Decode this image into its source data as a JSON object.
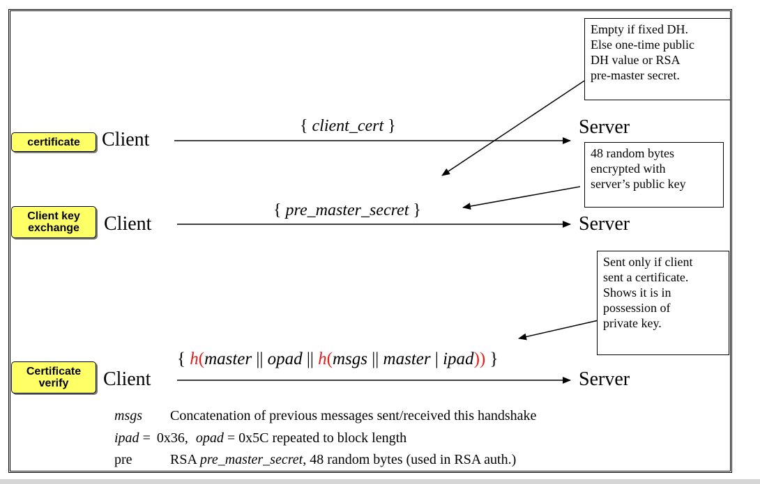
{
  "tags": {
    "certificate": "certificate",
    "client_key_exchange_1": "Client key",
    "client_key_exchange_2": "exchange",
    "certificate_verify_1": "Certificate",
    "certificate_verify_2": "verify"
  },
  "parties": {
    "client": "Client",
    "server": "Server"
  },
  "messages": {
    "m1_open": "{ ",
    "m1_body": "client_cert",
    "m1_close": " }",
    "m2_open": "{ ",
    "m2_body": "pre_master_secret",
    "m2_close": " }",
    "m3": {
      "open": "{ ",
      "h1": "h",
      "p1": "(",
      "master": "master",
      "sep1": " || ",
      "opad": "opad",
      "sep2": " || ",
      "h2": "h",
      "p2": "(",
      "msgs": "msgs",
      "sep3": " || ",
      "master2": "master",
      "sep4": " | ",
      "ipad": "ipad",
      "close_inner": ")",
      "close_outer": ")",
      "close": " }"
    }
  },
  "notes": {
    "note1": [
      "Empty if fixed DH.",
      "Else one-time public",
      "DH value or RSA",
      "pre-master secret."
    ],
    "note2": [
      "48 random bytes",
      "encrypted with",
      "server’s public key"
    ],
    "note3": [
      "Sent only if client",
      "sent a certificate.",
      "Shows it is in",
      "possession of",
      "private key."
    ]
  },
  "legend": {
    "row1_term": "msgs",
    "row1_text": "Concatenation of previous messages sent/received this handshake",
    "row2_term1": "ipad",
    "row2_eq1": " = ",
    "row2_val1": "0x36,",
    "row2_term2": "opad",
    "row2_eq2": " = 0x5C repeated to block length",
    "row3_term": "pre",
    "row3_text1": "RSA ",
    "row3_italic": "pre_master_secret",
    "row3_text2": ", 48 random bytes (used in RSA auth.)"
  },
  "colors": {
    "tag_fill": "#ffff66",
    "highlight": "#e0201e"
  }
}
